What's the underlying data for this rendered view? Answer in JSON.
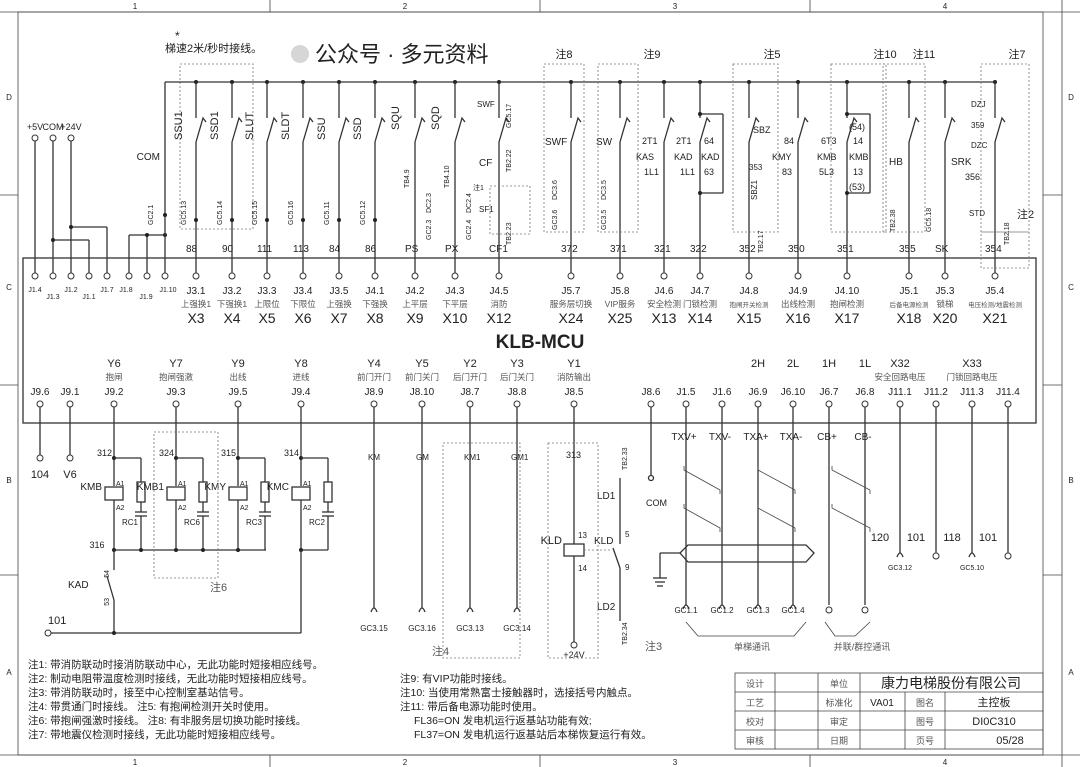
{
  "frame": {
    "columns": [
      "1",
      "2",
      "3",
      "4"
    ],
    "rows": [
      "D",
      "C",
      "B",
      "A"
    ]
  },
  "header": {
    "star": "*",
    "speed_note": "梯速2米/秒时接线。"
  },
  "power": {
    "labels": [
      "+5V",
      "COM",
      "+24V"
    ]
  },
  "j1_terminals": [
    "J1.4",
    "J1.3",
    "J1.2",
    "J1.1",
    "J1.7",
    "J1.8",
    "J1.9",
    "J1.10"
  ],
  "com": {
    "label": "COM",
    "conn": "GC2.1"
  },
  "mcu": {
    "title": "KLB-MCU"
  },
  "inputs": [
    {
      "terminal": "J3.1",
      "function": "上强换1",
      "signal": "X3",
      "wire": "88",
      "labels": [
        "SSU1",
        "GC5.13"
      ]
    },
    {
      "terminal": "J3.2",
      "function": "下强换1",
      "signal": "X4",
      "wire": "90",
      "labels": [
        "SSD1",
        "GC5.14"
      ]
    },
    {
      "terminal": "J3.3",
      "function": "上限位",
      "signal": "X5",
      "wire": "111",
      "labels": [
        "SLUT",
        "GC5.15"
      ]
    },
    {
      "terminal": "J3.4",
      "function": "下限位",
      "signal": "X6",
      "wire": "113",
      "labels": [
        "SLDT",
        "GC5.16"
      ]
    },
    {
      "terminal": "J3.5",
      "function": "上强换",
      "signal": "X7",
      "wire": "84",
      "labels": [
        "SSU",
        "GC5.11"
      ]
    },
    {
      "terminal": "J4.1",
      "function": "下强换",
      "signal": "X8",
      "wire": "86",
      "labels": [
        "SSD",
        "GC5.12"
      ]
    },
    {
      "terminal": "J4.2",
      "function": "上平层",
      "signal": "X9",
      "wire": "PS",
      "labels": [
        "SQU",
        "TB4.9",
        "DC2.3",
        "GC2.3"
      ]
    },
    {
      "terminal": "J4.3",
      "function": "下平层",
      "signal": "X10",
      "wire": "PX",
      "labels": [
        "SQD",
        "TB4.10",
        "DC2.4",
        "GC2.4"
      ]
    },
    {
      "terminal": "J4.5",
      "function": "消防",
      "signal": "X12",
      "wire": "CF1",
      "labels": [
        "SWF",
        "GC5.17",
        "CF",
        "TB2.22",
        "注1",
        "SF1",
        "TB2.23"
      ]
    },
    {
      "terminal": "J5.7",
      "function": "服务层切换",
      "signal": "X24",
      "wire": "372",
      "labels": [
        "SWF",
        "DC3.6",
        "GC3.6"
      ]
    },
    {
      "terminal": "J5.8",
      "function": "VIP服务",
      "signal": "X25",
      "wire": "371",
      "labels": [
        "SW",
        "DC3.5",
        "GC3.5"
      ]
    },
    {
      "terminal": "J4.6",
      "function": "安全检测",
      "signal": "X13",
      "wire": "321",
      "labels": [
        "2T1",
        "KAS",
        "1L1"
      ]
    },
    {
      "terminal": "J4.7",
      "function": "门锁检测",
      "signal": "X14",
      "wire": "322",
      "labels": [
        "2T1",
        "KAD",
        "1L1",
        "64",
        "KAD",
        "63"
      ]
    },
    {
      "terminal": "J4.8",
      "function": "抱闸开关检测",
      "signal": "X15",
      "wire": "352",
      "labels": [
        "SBZ",
        "353",
        "SBZ1",
        "TB2.17"
      ]
    },
    {
      "terminal": "J4.9",
      "function": "出线检测",
      "signal": "X16",
      "wire": "350",
      "labels": [
        "84",
        "KMY",
        "83"
      ]
    },
    {
      "terminal": "J4.10",
      "function": "抱闸检测",
      "signal": "X17",
      "wire": "351",
      "labels": [
        "6T3",
        "KMB",
        "5L3",
        "(54)",
        "14",
        "KMB",
        "13",
        "(53)"
      ]
    },
    {
      "terminal": "J5.1",
      "function": "后备电源检测",
      "signal": "X18",
      "wire": "355",
      "labels": [
        "HB",
        "TB2.38"
      ]
    },
    {
      "terminal": "J5.3",
      "function": "锁梯",
      "signal": "X20",
      "wire": "SK",
      "labels": [
        "SRK",
        "GC5.18"
      ]
    },
    {
      "terminal": "J5.4",
      "function": "电压检测/地震检测",
      "signal": "X21",
      "wire": "354",
      "labels": [
        "DZJ",
        "359",
        "DZC",
        "356",
        "STD",
        "TB2.18",
        "注2"
      ]
    }
  ],
  "input_notes": [
    "注8",
    "注9",
    "注5",
    "注10",
    "注11",
    "注7"
  ],
  "outputs": [
    {
      "code": "",
      "function": "",
      "terminal": "J9.6",
      "bottom": "104"
    },
    {
      "code": "",
      "function": "",
      "terminal": "J9.1",
      "bottom": "V6"
    },
    {
      "code": "Y6",
      "function": "抱闸",
      "terminal": "J9.2",
      "wire": "312",
      "relay": "KMB",
      "rc": "RC1"
    },
    {
      "code": "Y7",
      "function": "抱闸强激",
      "terminal": "J9.3",
      "wire": "324",
      "relay": "KMB1",
      "rc": "RC6"
    },
    {
      "code": "Y9",
      "function": "出线",
      "terminal": "J9.5",
      "wire": "315",
      "relay": "KMY",
      "rc": "RC3"
    },
    {
      "code": "Y8",
      "function": "进线",
      "terminal": "J9.4",
      "wire": "314",
      "relay": "KMC",
      "rc": "RC2"
    },
    {
      "code": "Y4",
      "function": "前门开门",
      "terminal": "J8.9",
      "mid": "KM",
      "bottom": "GC3.15"
    },
    {
      "code": "Y5",
      "function": "前门关门",
      "terminal": "J8.10",
      "mid": "GM",
      "bottom": "GC3.16"
    },
    {
      "code": "Y2",
      "function": "后门开门",
      "terminal": "J8.7",
      "mid": "KM1",
      "bottom": "GC3.13"
    },
    {
      "code": "Y3",
      "function": "后门关门",
      "terminal": "J8.8",
      "mid": "GM1",
      "bottom": "GC3.14"
    },
    {
      "code": "Y1",
      "function": "消防输出",
      "terminal": "J8.5",
      "wire": "313",
      "bottom": "+24V"
    },
    {
      "code": "",
      "function": "",
      "terminal": "J8.6",
      "mid": "COM"
    },
    {
      "code": "",
      "function": "",
      "terminal": "J1.5",
      "mid": "TXV+",
      "bottom": "GC1.1"
    },
    {
      "code": "",
      "function": "",
      "terminal": "J1.6",
      "mid": "TXV-",
      "bottom": "GC1.2"
    },
    {
      "code": "2H",
      "function": "",
      "terminal": "J6.9",
      "mid": "TXA+",
      "bottom": "GC1.3"
    },
    {
      "code": "2L",
      "function": "",
      "terminal": "J6.10",
      "mid": "TXA-",
      "bottom": "GC1.4"
    },
    {
      "code": "1H",
      "function": "",
      "terminal": "J6.7",
      "mid": "CB+"
    },
    {
      "code": "1L",
      "function": "",
      "terminal": "J6.8",
      "mid": "CB-"
    },
    {
      "code": "X32",
      "function": "安全回路电压",
      "terminal": "J11.1",
      "mid": "120",
      "bottom": "GC3.12"
    },
    {
      "code": "",
      "function": "",
      "terminal": "J11.2",
      "mid": "101"
    },
    {
      "code": "X33",
      "function": "门锁回路电压",
      "terminal": "J11.3",
      "mid": "118",
      "bottom": "GC5.10"
    },
    {
      "code": "",
      "function": "",
      "terminal": "J11.4",
      "mid": "101"
    }
  ],
  "relay_circuit": {
    "A1": "A1",
    "A2": "A2",
    "common": "316",
    "kad": "KAD",
    "kad_a": "54",
    "kad_b": "53",
    "return": "101",
    "note": "注6"
  },
  "fire_circuit": {
    "coil": "KLD",
    "pin13": "13",
    "pin14": "14",
    "contact": "KLD",
    "pin5": "5",
    "pin9": "9",
    "ld1": "LD1",
    "ld2": "LD2",
    "tb_top": "TB2.33",
    "tb_bot": "TB2.34",
    "note": "注3"
  },
  "door_note": "注4",
  "comm": {
    "single": "单梯通讯",
    "group": "并联/群控通讯"
  },
  "notes_left": [
    "注1:  带消防联动时接消防联动中心，无此功能时短接相应线号。",
    "注2:  制动电阻带温度检测时接线，无此功能时短接相应线号。",
    "注3:  带消防联动时，接至中心控制室基站信号。",
    "注4:  带贯通门时接线。       注5:  有抱闸检测开关时使用。",
    "注6:  带抱闸强激时接线。     注8:  有非服务层切换功能时接线。",
    "注7:  带地震仪检测时接线，无此功能时短接相应线号。"
  ],
  "notes_right": [
    "注9:  有VIP功能时接线。",
    "注10:  当使用常熟富士接触器时，选接括号内触点。",
    "注11:  带后备电源功能时使用。",
    "FL36=ON 发电机运行返基站功能有效;",
    "FL37=ON 发电机运行返基站后本梯恢复运行有效。"
  ],
  "title_block": {
    "design": "设计",
    "process": "工艺",
    "check": "校对",
    "review": "审核",
    "unit": "单位",
    "standard": "标准化",
    "approve": "审定",
    "date": "日期",
    "company": "康力电梯股份有限公司",
    "std_value": "VA01",
    "drawing_name_label": "图名",
    "drawing_name": "主控板",
    "drawing_no_label": "图号",
    "drawing_no": "DI0C310",
    "page_label": "页号",
    "page": "05/28"
  },
  "watermark": "公众号 · 多元资料"
}
